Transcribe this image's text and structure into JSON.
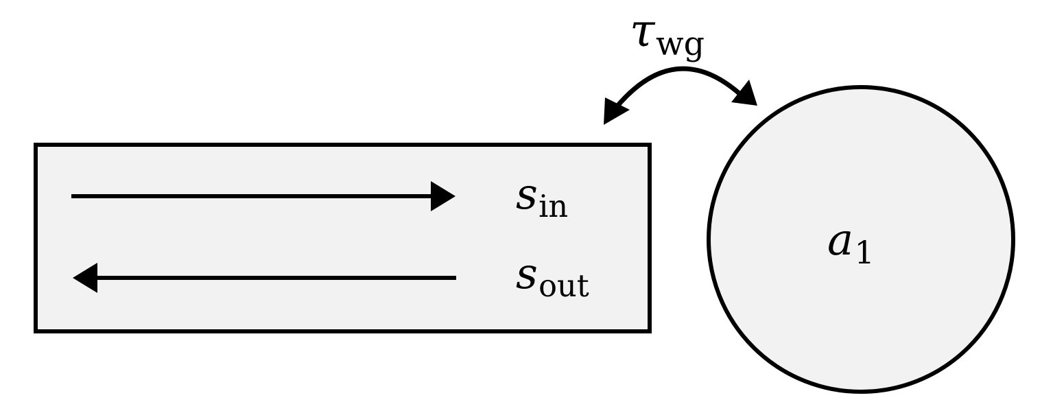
{
  "labels": {
    "s_in": {
      "main": "s",
      "sub": "in"
    },
    "s_out": {
      "main": "s",
      "sub": "out"
    },
    "a1": {
      "main": "a",
      "sub": "1"
    },
    "tau": {
      "main": "τ",
      "sub": "wg"
    }
  },
  "colors": {
    "fill": "#f2f2f2",
    "stroke": "#000000",
    "background": "#ffffff"
  }
}
